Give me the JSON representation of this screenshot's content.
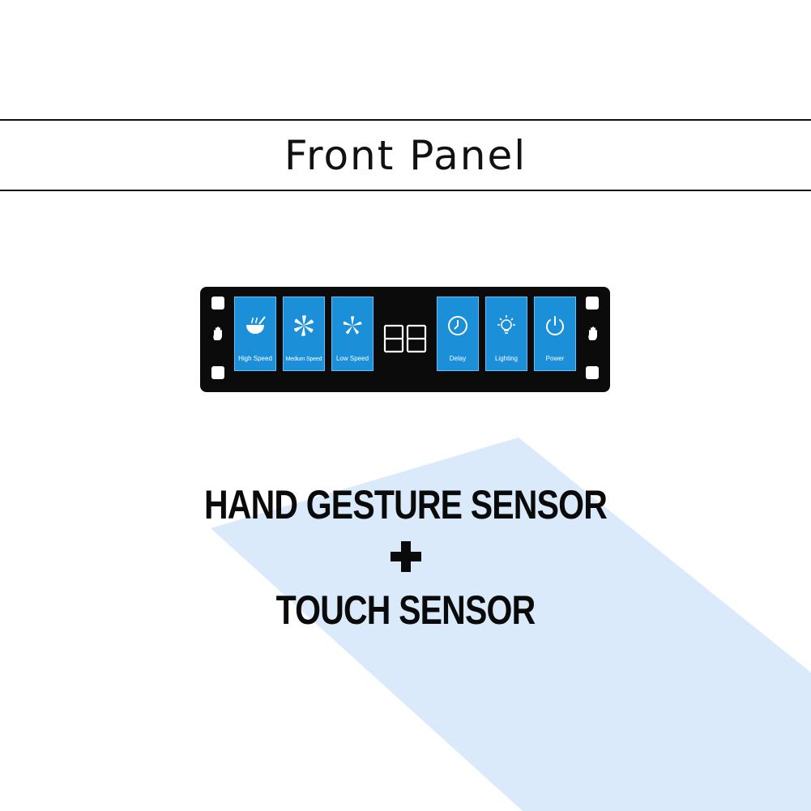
{
  "title": "Front Panel",
  "panel": {
    "display_value": "88",
    "buttons": [
      {
        "label": "High Speed",
        "icon": "cooking-pot-icon"
      },
      {
        "label": "Medium Speed",
        "icon": "fan-icon"
      },
      {
        "label": "Low Speed",
        "icon": "fan-icon"
      },
      {
        "label": "Delay",
        "icon": "clock-icon"
      },
      {
        "label": "Lighting",
        "icon": "light-bulb-icon"
      },
      {
        "label": "Power",
        "icon": "power-icon"
      }
    ],
    "colors": {
      "body": "#0b0b0b",
      "button": "#1b8fd8"
    }
  },
  "headline": {
    "line1": "HAND GESTURE SENSOR",
    "line2": "TOUCH SENSOR"
  },
  "colors": {
    "beam": "#dbeafb",
    "text": "#0a0a0a"
  }
}
